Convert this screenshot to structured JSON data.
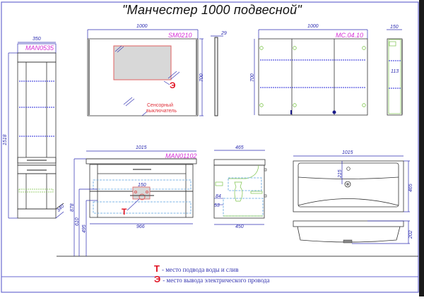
{
  "title": "\"Манчестер 1000 подвесной\"",
  "colors": {
    "frame": "#6a6ad0",
    "dimension": "#2b2bb0",
    "label": "#d62fd6",
    "marker": "#e01020",
    "shelf": "#2a2ad8",
    "hidden": "#5aa0e0",
    "fitting": "#7cc44a",
    "mirror_fill": "#d8d8d8",
    "outline": "#333333"
  },
  "column": {
    "code": "MAN0535",
    "width": "350",
    "height": "1518",
    "depth": "340"
  },
  "mirror": {
    "code": "SM0210",
    "width": "1000",
    "height": "700",
    "thickness": "29",
    "switch_note_line1": "Сенсорный",
    "switch_note_line2": "выключатель",
    "electric_marker": "Э"
  },
  "mirror_cabinet": {
    "code": "MC.04.10",
    "width": "1000",
    "height": "700",
    "depth": "150",
    "shelf_spacing": "113"
  },
  "vanity": {
    "code": "MAN01102",
    "width": "1015",
    "inner_width": "966",
    "cutout_width": "150",
    "height_878": "878",
    "height_610": "610",
    "height_495": "495",
    "water_marker": "Т"
  },
  "vanity_side": {
    "depth_top": "465",
    "depth_bottom": "450",
    "dim_84": "84",
    "dim_53": "53"
  },
  "basin": {
    "width": "1015",
    "depth": "465",
    "tap_offset": "215",
    "height": "202"
  },
  "legend": [
    {
      "mark": "Т",
      "text": "- место подвода воды и слив"
    },
    {
      "mark": "Э",
      "text": "- место вывода электрического провода"
    }
  ]
}
